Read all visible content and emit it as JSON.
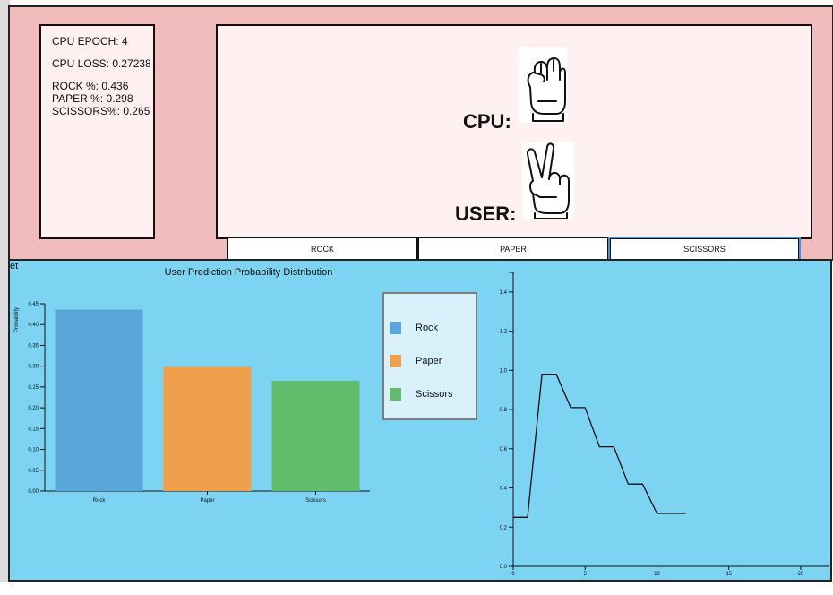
{
  "stats": {
    "epoch": "CPU EPOCH: 4",
    "loss": "CPU LOSS: 0.27238",
    "rock_pct": "ROCK %: 0.436",
    "paper_pct": "PAPER %: 0.298",
    "scissors_pct": "SCISSORS%: 0.265"
  },
  "display": {
    "cpu_label": "CPU:",
    "user_label": "USER:",
    "cpu_hand": "rock-fist-icon",
    "user_hand": "scissors-hand-icon"
  },
  "buttons": {
    "rock": "ROCK",
    "paper": "PAPER",
    "scissors": "SCISSORS"
  },
  "bottom": {
    "fragment": "et"
  },
  "colors": {
    "top_panel": "#f3bcbc",
    "bottom_panel": "#7dd3f2",
    "rock": "#5aa5d9",
    "paper": "#f0a04a",
    "scissors": "#5fbd6c"
  },
  "chart_data": [
    {
      "type": "bar",
      "title": "User Prediction Probability Distribution",
      "categories": [
        "Rock",
        "Paper",
        "Scissors"
      ],
      "values": [
        0.436,
        0.298,
        0.265
      ],
      "ylabel": "Probability",
      "xlabel": "",
      "ylim": [
        0,
        0.45
      ],
      "yticks": [
        "0.00",
        "0.05",
        "0.10",
        "0.15",
        "0.20",
        "0.25",
        "0.30",
        "0.35",
        "0.40",
        "0.45"
      ],
      "legend": [
        "Rock",
        "Paper",
        "Scissors"
      ],
      "legend_position": "right"
    },
    {
      "type": "line",
      "x": [
        0,
        1,
        2,
        3,
        4,
        5,
        6,
        7,
        8,
        9,
        10,
        11,
        12
      ],
      "y": [
        0.25,
        0.25,
        0.98,
        0.98,
        0.81,
        0.81,
        0.61,
        0.61,
        0.42,
        0.42,
        0.27,
        0.27,
        0.27
      ],
      "xlim": [
        0,
        22
      ],
      "ylim": [
        0,
        1.5
      ],
      "xticks": [
        "0",
        "5",
        "10",
        "15",
        "20"
      ],
      "yticks": [
        "0.0",
        "0.2",
        "0.4",
        "0.6",
        "0.8",
        "1.0",
        "1.2",
        "1.4"
      ]
    }
  ]
}
